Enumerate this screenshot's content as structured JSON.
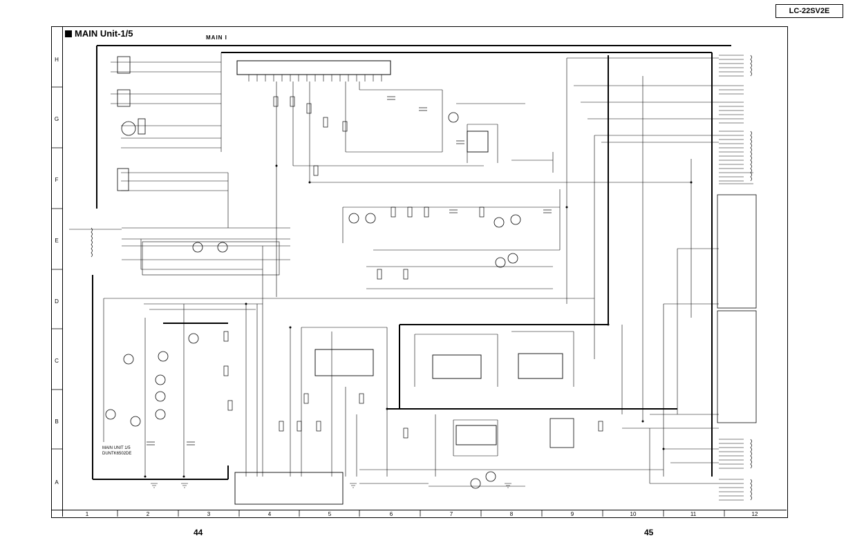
{
  "header": {
    "model": "LC-22SV2E"
  },
  "title": "MAIN Unit-1/5",
  "subtitle": "MAIN I",
  "page_numbers": {
    "left": "44",
    "right": "45"
  },
  "row_markers": [
    "H",
    "G",
    "F",
    "E",
    "D",
    "C",
    "B",
    "A"
  ],
  "column_markers": [
    "1",
    "2",
    "3",
    "4",
    "5",
    "6",
    "7",
    "8",
    "9",
    "10",
    "11",
    "12"
  ],
  "unit_note": [
    "MAIN UNIT 1/5",
    "DUNTK6502DE"
  ]
}
